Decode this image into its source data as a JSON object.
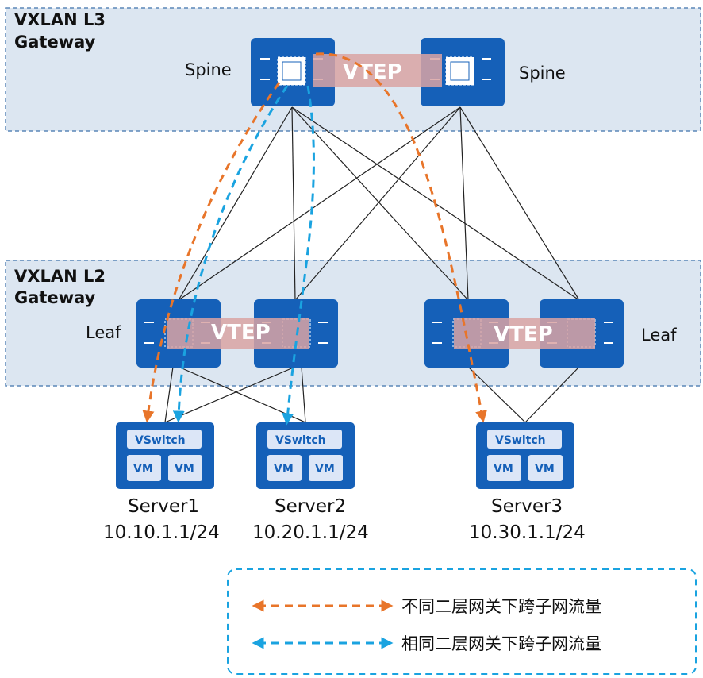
{
  "zones": {
    "l3_line1": "VXLAN L3",
    "l3_line2": "Gateway",
    "l2_line1": "VXLAN L2",
    "l2_line2": "Gateway"
  },
  "labels": {
    "spine_left": "Spine",
    "spine_right": "Spine",
    "leaf_left": "Leaf",
    "leaf_right": "Leaf",
    "vtep_spine": "VTEP",
    "vtep_leaf_left": "VTEP",
    "vtep_leaf_right": "VTEP"
  },
  "servers": [
    {
      "name": "Server1",
      "ip": "10.10.1.1/24",
      "vswitch": "VSwitch",
      "vm1": "VM",
      "vm2": "VM"
    },
    {
      "name": "Server2",
      "ip": "10.20.1.1/24",
      "vswitch": "VSwitch",
      "vm1": "VM",
      "vm2": "VM"
    },
    {
      "name": "Server3",
      "ip": "10.30.1.1/24",
      "vswitch": "VSwitch",
      "vm1": "VM",
      "vm2": "VM"
    }
  ],
  "legend": {
    "orange": "不同二层网关下跨子网流量",
    "blue": "相同二层网关下跨子网流量"
  },
  "colors": {
    "device_blue": "#1560b8",
    "zone_fill": "#dce6f1",
    "zone_border": "#5b87b8",
    "vtep_band": "#d9a3a3",
    "orange_flow": "#e8752a",
    "blue_flow": "#1aa3e0"
  }
}
